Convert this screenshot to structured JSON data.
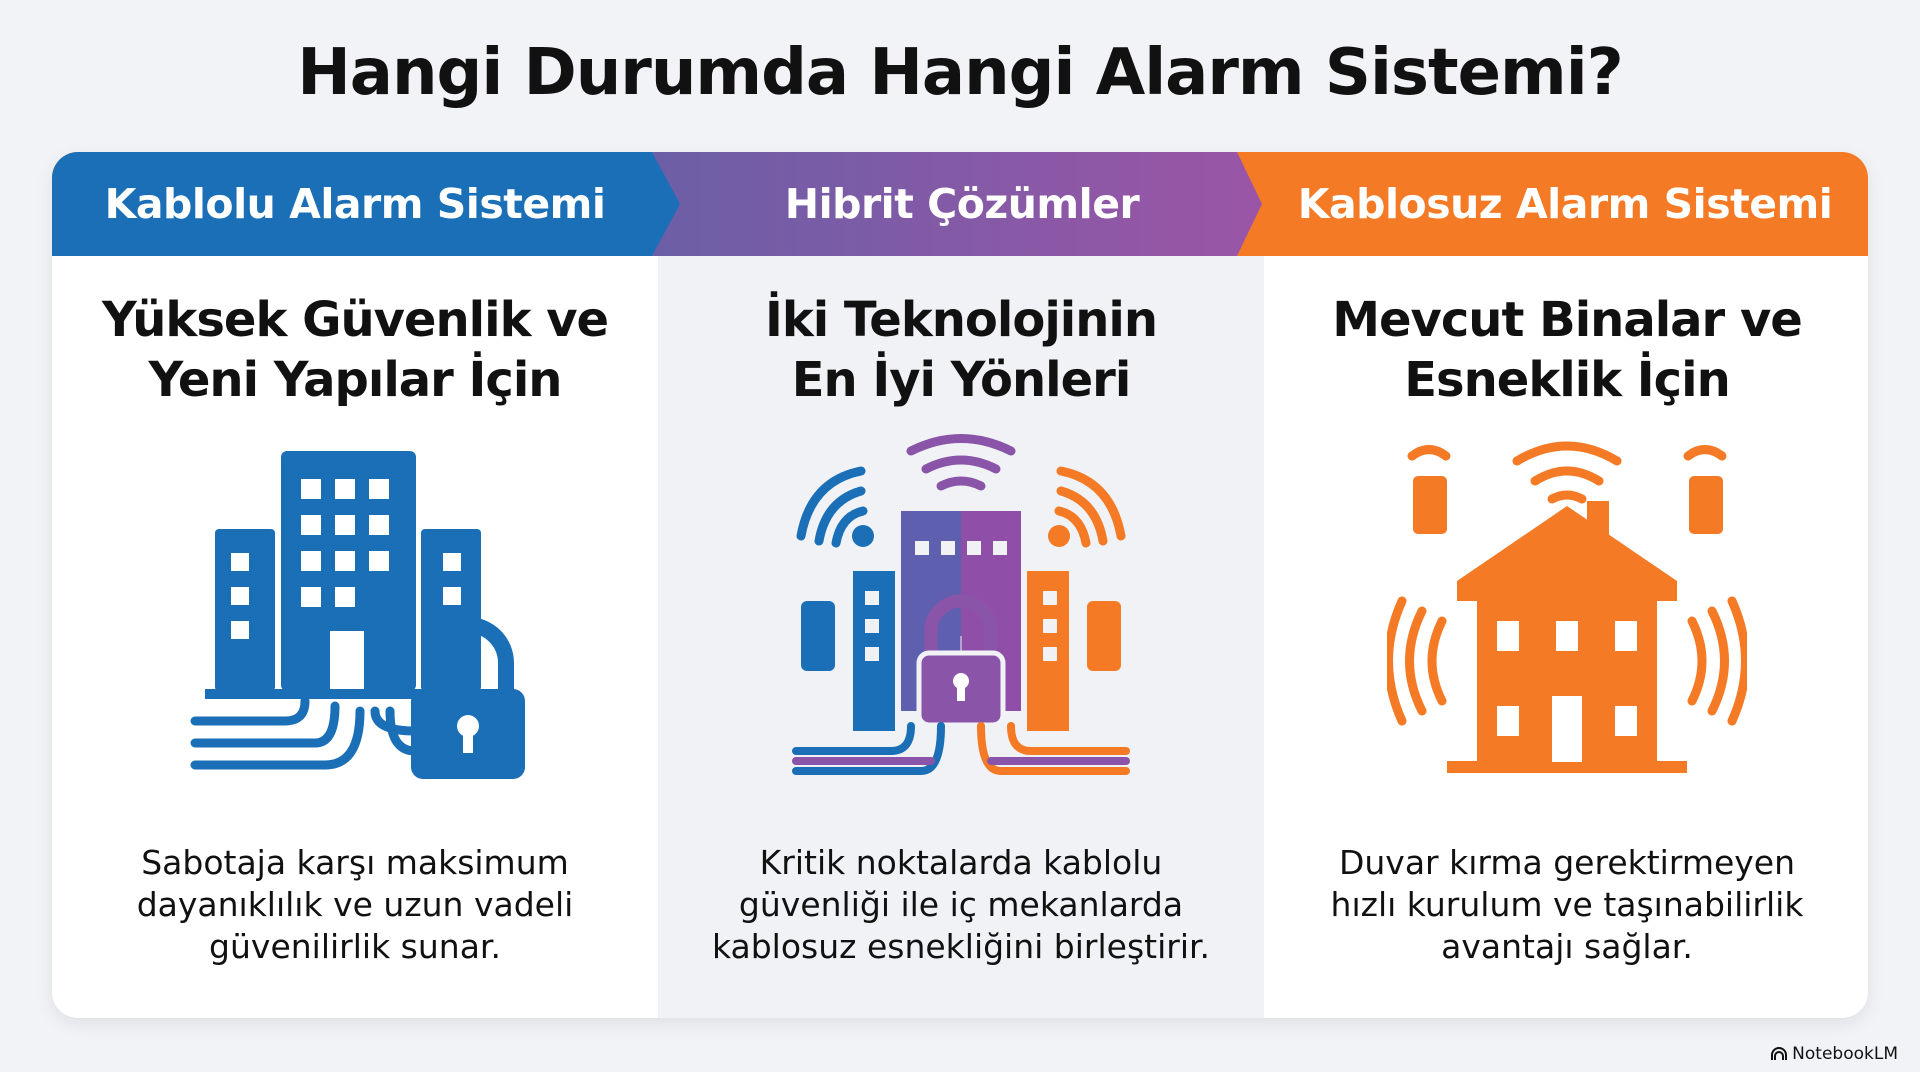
{
  "title": "Hangi Durumda Hangi Alarm Sistemi?",
  "colors": {
    "wired": "#1a6fb6",
    "hybrid": "#8a55a8",
    "wireless": "#f47a25"
  },
  "columns": [
    {
      "header": "Kablolu Alarm Sistemi",
      "heading_line1": "Yüksek Güvenlik ve",
      "heading_line2": "Yeni Yapılar İçin",
      "icon": "office-building-lock-cables-icon",
      "desc_line1": "Sabotaja karşı maksimum",
      "desc_line2": "dayanıklılık ve uzun vadeli",
      "desc_line3": "güvenilirlik sunar."
    },
    {
      "header": "Hibrit Çözümler",
      "heading_line1": "İki Teknolojinin",
      "heading_line2": "En İyi Yönleri",
      "icon": "hybrid-building-wifi-lock-icon",
      "desc_line1": "Kritik noktalarda kablolu",
      "desc_line2": "güvenliği ile iç mekanlarda",
      "desc_line3": "kablosuz esnekliğini birleştirir."
    },
    {
      "header": "Kablosuz Alarm Sistemi",
      "heading_line1": "Mevcut Binalar ve",
      "heading_line2": "Esneklik İçin",
      "icon": "house-wireless-sensors-icon",
      "desc_line1": "Duvar kırma gerektirmeyen",
      "desc_line2": "hızlı kurulum ve taşınabilirlik",
      "desc_line3": "avantajı sağlar."
    }
  ],
  "brand": "NotebookLM"
}
